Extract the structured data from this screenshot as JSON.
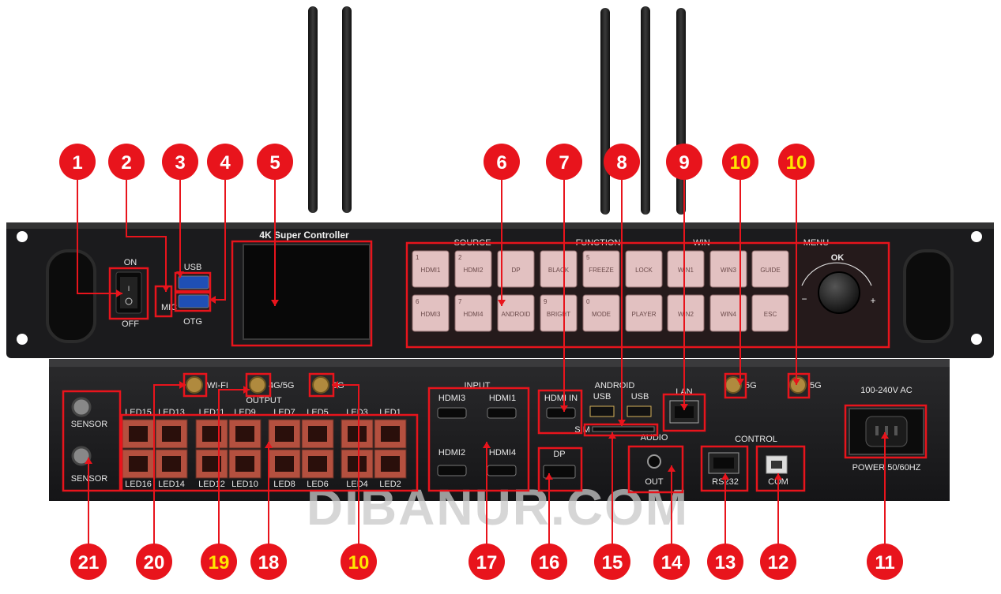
{
  "front_panel": {
    "title": "4K Super Controller",
    "on_label": "ON",
    "off_label": "OFF",
    "usb_label": "USB",
    "otg_label": "OTG",
    "mic_label": "MIC",
    "source_label": "SOURCE",
    "function_label": "FUNCTION",
    "win_label": "WIN",
    "menu_label": "MENU",
    "ok_label": "OK",
    "minus_label": "−",
    "plus_label": "+",
    "source_keys": [
      {
        "num": "1",
        "label": "HDMI1"
      },
      {
        "num": "2",
        "label": "HDMI2"
      },
      {
        "num": "",
        "label": "DP"
      },
      {
        "num": "6",
        "label": "HDMI3"
      },
      {
        "num": "7",
        "label": "HDMI4"
      },
      {
        "num": "",
        "label": "ANDROID"
      }
    ],
    "function_keys": [
      {
        "num": "",
        "label": "BLACK"
      },
      {
        "num": "5",
        "label": "FREEZE"
      },
      {
        "num": "",
        "label": "LOCK"
      },
      {
        "num": "9",
        "label": "BRIGHT"
      },
      {
        "num": "0",
        "label": "MODE"
      },
      {
        "num": "",
        "label": "PLAYER"
      }
    ],
    "win_keys": [
      {
        "label": "WIN1"
      },
      {
        "label": "WIN3"
      },
      {
        "label": "WIN2"
      },
      {
        "label": "WIN4"
      }
    ],
    "menu_keys": [
      {
        "label": "GUIDE"
      },
      {
        "label": "ESC"
      }
    ]
  },
  "rear_panel": {
    "wifi_label": "WI-FI",
    "g4_label": "4G/5G",
    "g5_label": "5G",
    "g5_right_a": "5G",
    "g5_right_b": "5G",
    "output_label": "OUTPUT",
    "led_top": [
      "LED15",
      "LED13",
      "LED11",
      "LED9",
      "LED7",
      "LED5",
      "LED3",
      "LED1"
    ],
    "led_bottom": [
      "LED16",
      "LED14",
      "LED12",
      "LED10",
      "LED8",
      "LED6",
      "LED4",
      "LED2"
    ],
    "sensor_top": "SENSOR",
    "sensor_bottom": "SENSOR",
    "input_label": "INPUT",
    "hdmi3": "HDMI3",
    "hdmi1": "HDMI1",
    "hdmi2": "HDMI2",
    "hdmi4": "HDMI4",
    "android_label": "ANDROID",
    "hdmi_in": "HDMI IN",
    "usb_a": "USB",
    "usb_b": "USB",
    "sim_label": "SIM",
    "lan_label": "LAN",
    "dp_label": "DP",
    "audio_label": "AUDIO",
    "out_label": "OUT",
    "control_label": "CONTROL",
    "rs232_label": "RS232",
    "com_label": "COM",
    "voltage_label": "100-240V AC",
    "power_label": "POWER 50/60HZ"
  },
  "watermark": "DIBANUR.COM",
  "colors": {
    "callout_red": "#e8141c",
    "callout_text_white": "#ffffff",
    "callout_text_yellow": "#ffe600",
    "chassis": "#1c1c1e",
    "key_pink": "#e2c1c1"
  },
  "callouts_top": [
    "1",
    "2",
    "3",
    "4",
    "5",
    "6",
    "7",
    "8",
    "9",
    "10",
    "10"
  ],
  "callouts_bottom": [
    "21",
    "20",
    "19",
    "18",
    "10",
    "17",
    "16",
    "15",
    "14",
    "13",
    "12",
    "11"
  ]
}
